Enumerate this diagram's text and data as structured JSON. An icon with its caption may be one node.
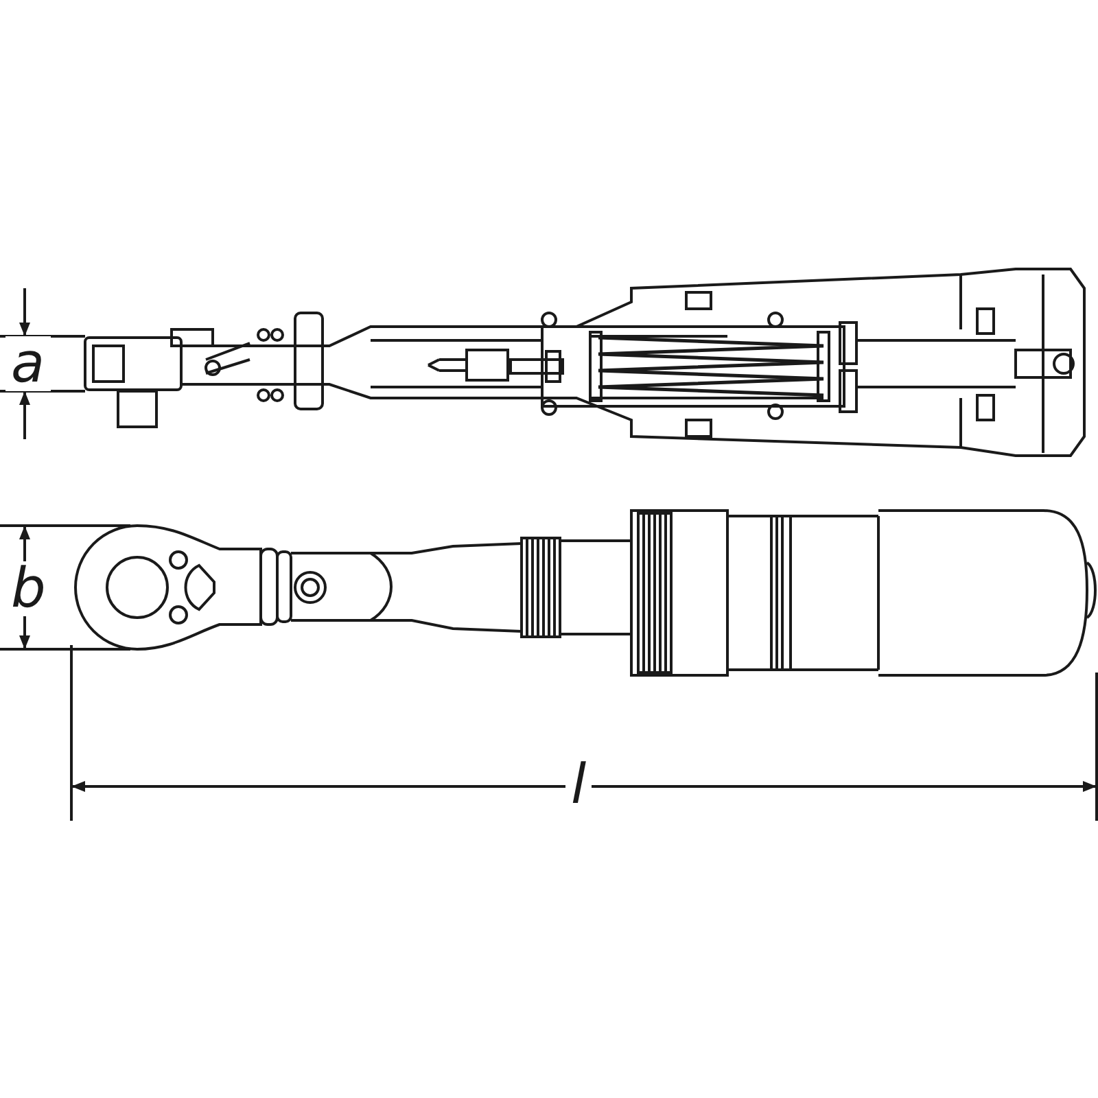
{
  "diagram": {
    "labels": [
      "a",
      "b",
      "l"
    ]
  }
}
